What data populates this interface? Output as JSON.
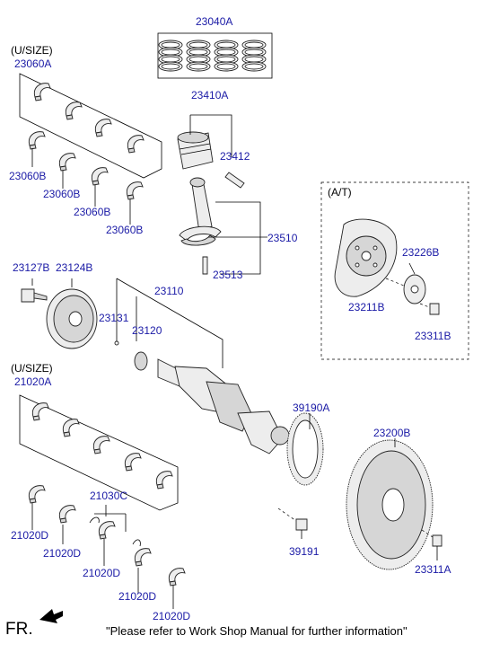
{
  "labels": {
    "p23040A": "23040A",
    "usize1": "(U/SIZE)",
    "p23060A": "23060A",
    "p23410A": "23410A",
    "p23412": "23412",
    "p23060B_1": "23060B",
    "p23060B_2": "23060B",
    "p23060B_3": "23060B",
    "p23060B_4": "23060B",
    "p23510": "23510",
    "p23513": "23513",
    "at": "(A/T)",
    "p23226B": "23226B",
    "p23211B": "23211B",
    "p23311B": "23311B",
    "p23127B": "23127B",
    "p23124B": "23124B",
    "p23110": "23110",
    "p23131": "23131",
    "p23120": "23120",
    "usize2": "(U/SIZE)",
    "p21020A": "21020A",
    "p39190A": "39190A",
    "p23200B": "23200B",
    "p21030C": "21030C",
    "p21020D_1": "21020D",
    "p21020D_2": "21020D",
    "p21020D_3": "21020D",
    "p21020D_4": "21020D",
    "p21020D_5": "21020D",
    "p39191": "39191",
    "p23311A": "23311A",
    "fr": "FR."
  },
  "footer_note": "\"Please refer to Work Shop Manual for further information\"",
  "colors": {
    "label": "#1a1aa6",
    "line": "#000000",
    "part_fill": "#ededed"
  }
}
